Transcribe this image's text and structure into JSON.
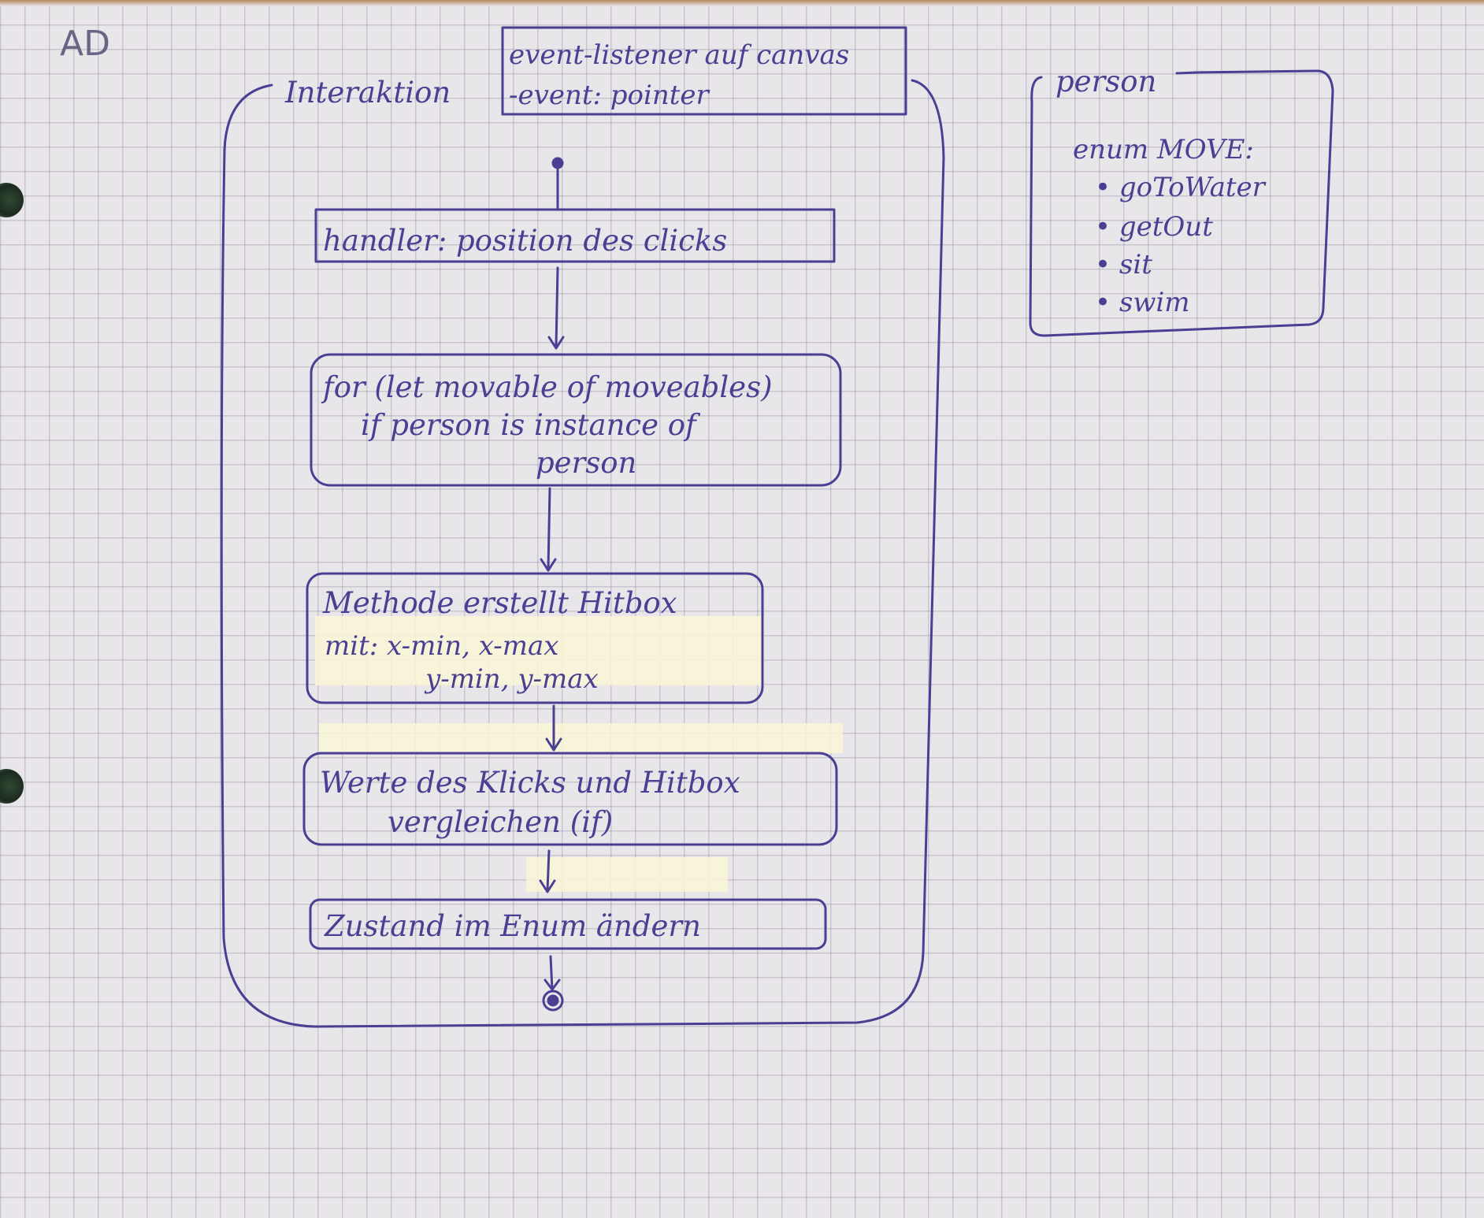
{
  "page_label": "AD",
  "activity": {
    "frame_label": "Interaktion",
    "trigger": {
      "line1": "event-listener auf canvas",
      "line2": "-event: pointer"
    },
    "steps": [
      {
        "lines": [
          "handler: position des clicks"
        ]
      },
      {
        "lines": [
          "for (let movable of moveables)",
          "if person is instance of",
          "person"
        ]
      },
      {
        "lines": [
          "Methode erstellt Hitbox",
          "mit:  x-min, x-max",
          "y-min, y-max"
        ]
      },
      {
        "lines": [
          "Werte des Klicks und Hitbox",
          "vergleichen (if)"
        ]
      },
      {
        "lines": [
          "Zustand im Enum ändern"
        ]
      }
    ]
  },
  "class_box": {
    "title": "person",
    "enum_label": "enum MOVE:",
    "items": [
      "goToWater",
      "getOut",
      "sit",
      "swim"
    ]
  },
  "colors": {
    "ink": "#4b3f93",
    "paper": "#e9e6ea",
    "tape": "#faf6d6"
  }
}
